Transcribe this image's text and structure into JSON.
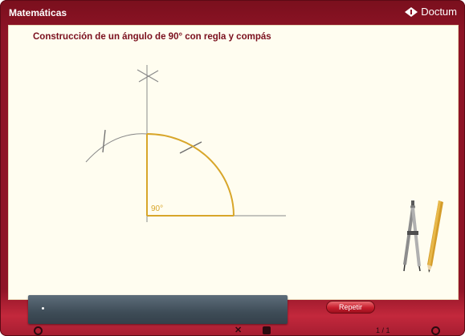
{
  "header": {
    "title": "Matemáticas",
    "brand": "Doctum",
    "brand_icon": "doctum-logo-icon"
  },
  "panel": {
    "title": "Construcción de un ángulo de 90° con regla y compás"
  },
  "figure": {
    "angle_label": "90°",
    "accent_color": "#d8a62a",
    "line_color": "#8a8a8a"
  },
  "tools": {
    "items": [
      "compass-icon",
      "pencil-icon"
    ]
  },
  "controls": {
    "repeat_label": "Repetir"
  },
  "bottom_bar": {
    "icons": [
      "nav-left-icon",
      "close-icon",
      "home-icon",
      "nav-right-icon"
    ],
    "page_indicator": "1 / 1"
  },
  "colors": {
    "frame": "#8e1426",
    "panel": "#fffdf0",
    "title": "#7a0f1d",
    "button": "#c81e2e"
  }
}
